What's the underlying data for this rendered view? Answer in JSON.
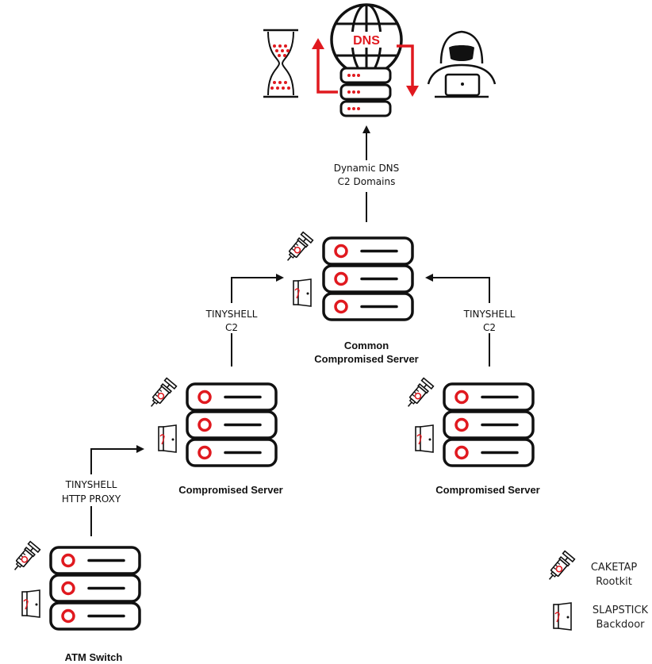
{
  "top": {
    "dns_label": "DNS",
    "edge_label_line1": "Dynamic DNS",
    "edge_label_line2": "C2 Domains"
  },
  "nodes": {
    "common": {
      "title_line1": "Common",
      "title_line2": "Compromised Server"
    },
    "left": {
      "title": "Compromised Server"
    },
    "right": {
      "title": "Compromised Server"
    },
    "atm": {
      "title": "ATM Switch"
    }
  },
  "edges": {
    "left_to_common": {
      "line1": "TINYSHELL",
      "line2": "C2"
    },
    "right_to_common": {
      "line1": "TINYSHELL",
      "line2": "C2"
    },
    "atm_to_left": {
      "line1": "TINYSHELL",
      "line2": "HTTP PROXY"
    }
  },
  "legend": {
    "caketap_line1": "CAKETAP",
    "caketap_line2": "Rootkit",
    "slapstick_line1": "SLAPSTICK",
    "slapstick_line2": "Backdoor"
  },
  "colors": {
    "accent": "#e0191f",
    "ink": "#111111"
  }
}
